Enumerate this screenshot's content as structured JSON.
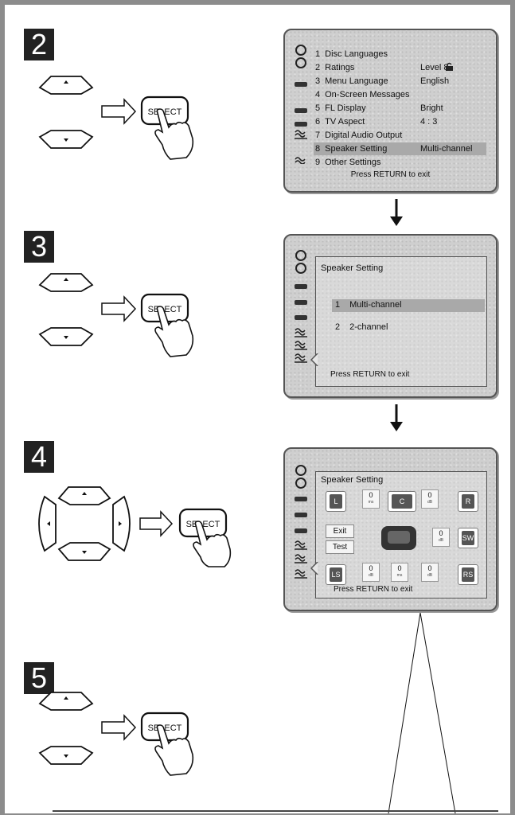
{
  "steps": [
    {
      "number": "2",
      "select_label": "SELECT"
    },
    {
      "number": "3",
      "select_label": "SELECT"
    },
    {
      "number": "4",
      "select_label": "SELECT"
    },
    {
      "number": "5",
      "select_label": "SELECT"
    }
  ],
  "setup_menu": {
    "items": [
      {
        "num": "1",
        "label": "Disc Languages",
        "value": ""
      },
      {
        "num": "2",
        "label": "Ratings",
        "value": "Level  8"
      },
      {
        "num": "3",
        "label": "Menu Language",
        "value": "English"
      },
      {
        "num": "4",
        "label": "On-Screen Messages",
        "value": ""
      },
      {
        "num": "5",
        "label": "FL Display",
        "value": "Bright"
      },
      {
        "num": "6",
        "label": "TV Aspect",
        "value": "4 : 3"
      },
      {
        "num": "7",
        "label": "Digital Audio Output",
        "value": ""
      },
      {
        "num": "8",
        "label": "Speaker Setting",
        "value": "Multi-channel"
      },
      {
        "num": "9",
        "label": "Other Settings",
        "value": ""
      }
    ],
    "selected_index": 7,
    "footer": "Press RETURN to exit"
  },
  "speaker_menu": {
    "title": "Speaker Setting",
    "options": [
      {
        "num": "1",
        "label": "Multi-channel"
      },
      {
        "num": "2",
        "label": "2-channel"
      }
    ],
    "selected_index": 0,
    "footer": "Press RETURN to exit"
  },
  "speaker_adjust": {
    "title": "Speaker Setting",
    "speakers": {
      "L": "L",
      "C": "C",
      "R": "R",
      "SW": "SW",
      "LS": "LS",
      "RS": "RS"
    },
    "levels": {
      "l_ms": "0",
      "c_db": "0",
      "sw_db": "0",
      "ls_db": "0",
      "center_rear_ms": "0",
      "rs_db": "0"
    },
    "unit_ms": "ms",
    "unit_db": "dB",
    "buttons": {
      "exit": "Exit",
      "test": "Test"
    },
    "footer": "Press RETURN to exit"
  },
  "colors": {
    "background": "#8c8c8c",
    "page": "#ffffff",
    "screen": "#cfcfcf",
    "highlight": "#a9a9a9",
    "step_badge": "#222222"
  }
}
